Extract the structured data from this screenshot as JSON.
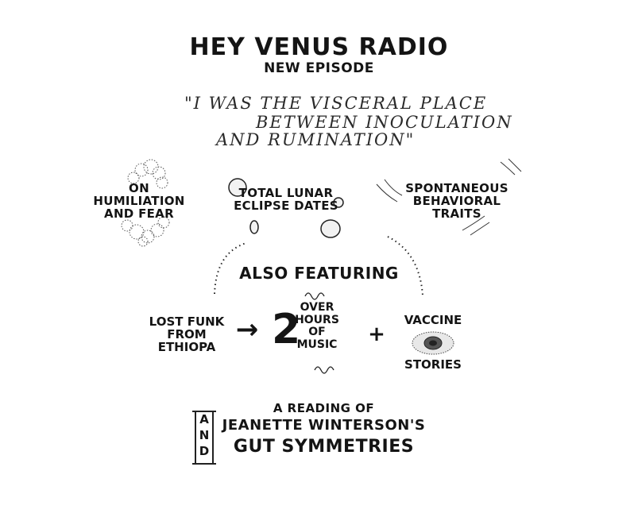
{
  "header": {
    "title": "HEY VENUS RADIO",
    "subtitle": "NEW EPISODE"
  },
  "quote": {
    "line1": "\"I WAS THE VISCERAL PLACE",
    "line2": "BETWEEN INOCULATION",
    "line3": "AND RUMINATION\""
  },
  "topics": [
    {
      "label": "ON HUMILIATION AND FEAR",
      "icon": "cloud-icon"
    },
    {
      "label": "TOTAL LUNAR ECLIPSE DATES",
      "icon": "moons-icon"
    },
    {
      "label": "SPONTANEOUS BEHAVIORAL TRAITS",
      "icon": "scribble-lines-icon"
    }
  ],
  "also": {
    "heading": "ALSO FEATURING",
    "funk": "LOST FUNK FROM ETHIOPA",
    "arrow": "→",
    "hours_number": "2",
    "hours_text": "OVER HOURS OF MUSIC",
    "plus": "+",
    "vaccine_top": "VACCINE",
    "vaccine_bottom": "STORIES",
    "vaccine_icon": "cell-icon"
  },
  "reading": {
    "and_letters": [
      "A",
      "N",
      "D"
    ],
    "intro": "A READING OF",
    "author": "JEANETTE WINTERSON'S",
    "book": "GUT SYMMETRIES"
  }
}
